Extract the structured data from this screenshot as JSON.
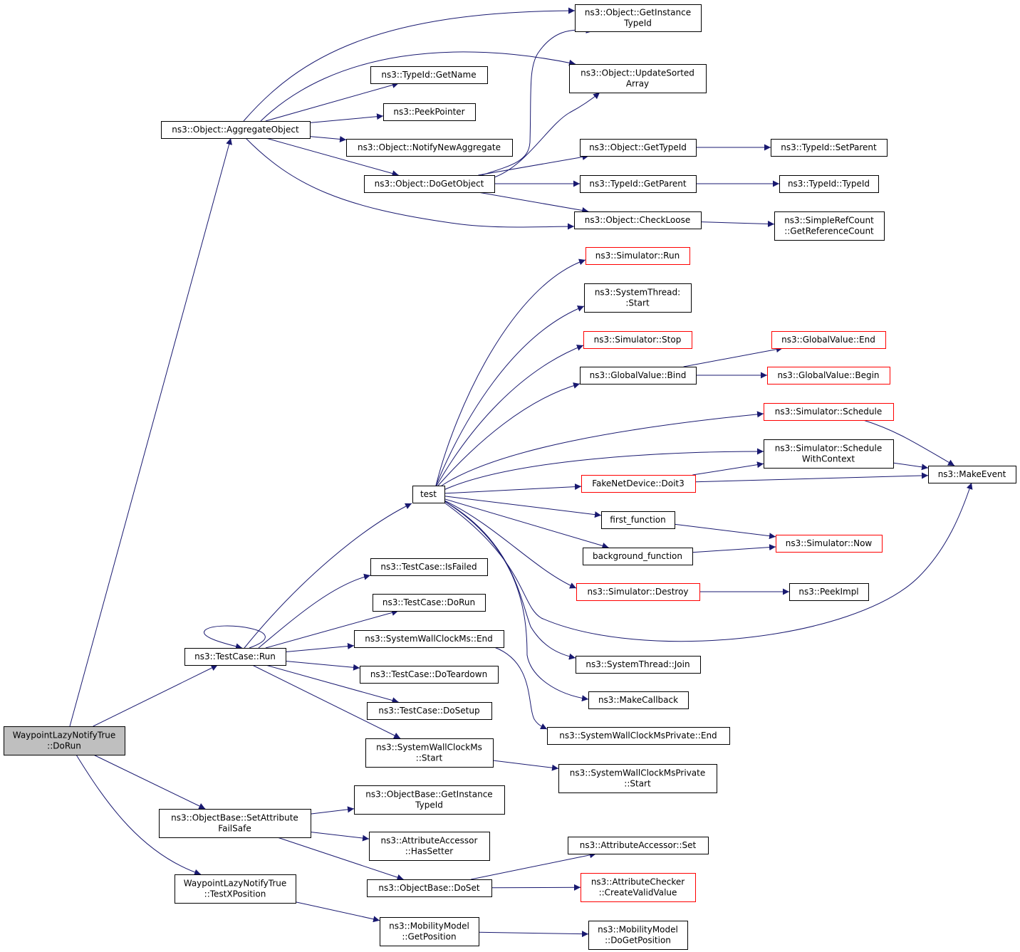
{
  "colors": {
    "edge": "#191970",
    "arrowhead": "#191970",
    "node_border": "#000000",
    "node_border_incomplete": "#ff0000",
    "node_fill": "#ffffff",
    "root_fill": "#bfbfbf",
    "text": "#000000"
  },
  "nodes": [
    {
      "id": "root",
      "lines": [
        "WaypointLazyNotifyTrue",
        "::DoRun"
      ],
      "root": true,
      "incomplete": false
    },
    {
      "id": "aggregate",
      "lines": [
        "ns3::Object::AggregateObject"
      ],
      "incomplete": false
    },
    {
      "id": "getinstancetypeid",
      "lines": [
        "ns3::Object::GetInstance",
        "TypeId"
      ],
      "incomplete": false
    },
    {
      "id": "updatesorted",
      "lines": [
        "ns3::Object::UpdateSorted",
        "Array"
      ],
      "incomplete": false
    },
    {
      "id": "typeid_getname",
      "lines": [
        "ns3::TypeId::GetName"
      ],
      "incomplete": false
    },
    {
      "id": "peekpointer",
      "lines": [
        "ns3::PeekPointer"
      ],
      "incomplete": false
    },
    {
      "id": "notifynewaggregate",
      "lines": [
        "ns3::Object::NotifyNewAggregate"
      ],
      "incomplete": false
    },
    {
      "id": "dogetobject",
      "lines": [
        "ns3::Object::DoGetObject"
      ],
      "incomplete": false
    },
    {
      "id": "gettypeid",
      "lines": [
        "ns3::Object::GetTypeId"
      ],
      "incomplete": false
    },
    {
      "id": "typeid_setparent",
      "lines": [
        "ns3::TypeId::SetParent"
      ],
      "incomplete": false
    },
    {
      "id": "typeid_getparent",
      "lines": [
        "ns3::TypeId::GetParent"
      ],
      "incomplete": false
    },
    {
      "id": "typeid_typeid",
      "lines": [
        "ns3::TypeId::TypeId"
      ],
      "incomplete": false
    },
    {
      "id": "checkloose",
      "lines": [
        "ns3::Object::CheckLoose"
      ],
      "incomplete": false
    },
    {
      "id": "getrefcount",
      "lines": [
        "ns3::SimpleRefCount",
        "::GetReferenceCount"
      ],
      "incomplete": false
    },
    {
      "id": "sim_run",
      "lines": [
        "ns3::Simulator::Run"
      ],
      "incomplete": true
    },
    {
      "id": "systhread_start",
      "lines": [
        "ns3::SystemThread:",
        ":Start"
      ],
      "incomplete": false
    },
    {
      "id": "sim_stop",
      "lines": [
        "ns3::Simulator::Stop"
      ],
      "incomplete": true
    },
    {
      "id": "gv_bind",
      "lines": [
        "ns3::GlobalValue::Bind"
      ],
      "incomplete": false
    },
    {
      "id": "gv_end",
      "lines": [
        "ns3::GlobalValue::End"
      ],
      "incomplete": true
    },
    {
      "id": "gv_begin",
      "lines": [
        "ns3::GlobalValue::Begin"
      ],
      "incomplete": true
    },
    {
      "id": "sim_schedule",
      "lines": [
        "ns3::Simulator::Schedule"
      ],
      "incomplete": true
    },
    {
      "id": "sim_schedctx",
      "lines": [
        "ns3::Simulator::Schedule",
        "WithContext"
      ],
      "incomplete": false
    },
    {
      "id": "makeevent",
      "lines": [
        "ns3::MakeEvent"
      ],
      "incomplete": false
    },
    {
      "id": "test",
      "lines": [
        "test"
      ],
      "incomplete": false
    },
    {
      "id": "doit3",
      "lines": [
        "FakeNetDevice::Doit3"
      ],
      "incomplete": true
    },
    {
      "id": "first_function",
      "lines": [
        "first_function"
      ],
      "incomplete": false
    },
    {
      "id": "background_function",
      "lines": [
        "background_function"
      ],
      "incomplete": false
    },
    {
      "id": "sim_now",
      "lines": [
        "ns3::Simulator::Now"
      ],
      "incomplete": true
    },
    {
      "id": "sim_destroy",
      "lines": [
        "ns3::Simulator::Destroy"
      ],
      "incomplete": true
    },
    {
      "id": "peekimpl",
      "lines": [
        "ns3::PeekImpl"
      ],
      "incomplete": false
    },
    {
      "id": "tc_isfailed",
      "lines": [
        "ns3::TestCase::IsFailed"
      ],
      "incomplete": false
    },
    {
      "id": "tc_dorun",
      "lines": [
        "ns3::TestCase::DoRun"
      ],
      "incomplete": false
    },
    {
      "id": "swc_end",
      "lines": [
        "ns3::SystemWallClockMs::End"
      ],
      "incomplete": false
    },
    {
      "id": "tc_run",
      "lines": [
        "ns3::TestCase::Run"
      ],
      "incomplete": false
    },
    {
      "id": "tc_doteardown",
      "lines": [
        "ns3::TestCase::DoTeardown"
      ],
      "incomplete": false
    },
    {
      "id": "tc_dosetup",
      "lines": [
        "ns3::TestCase::DoSetup"
      ],
      "incomplete": false
    },
    {
      "id": "systhread_join",
      "lines": [
        "ns3::SystemThread::Join"
      ],
      "incomplete": false
    },
    {
      "id": "makecallback",
      "lines": [
        "ns3::MakeCallback"
      ],
      "incomplete": false
    },
    {
      "id": "swcp_end",
      "lines": [
        "ns3::SystemWallClockMsPrivate::End"
      ],
      "incomplete": false
    },
    {
      "id": "swc_start",
      "lines": [
        "ns3::SystemWallClockMs",
        "::Start"
      ],
      "incomplete": false
    },
    {
      "id": "swcp_start",
      "lines": [
        "ns3::SystemWallClockMsPrivate",
        "::Start"
      ],
      "incomplete": false
    },
    {
      "id": "ob_getinstancetypeid",
      "lines": [
        "ns3::ObjectBase::GetInstance",
        "TypeId"
      ],
      "incomplete": false
    },
    {
      "id": "ob_setattrfs",
      "lines": [
        "ns3::ObjectBase::SetAttribute",
        "FailSafe"
      ],
      "incomplete": false
    },
    {
      "id": "aa_hassetter",
      "lines": [
        "ns3::AttributeAccessor",
        "::HasSetter"
      ],
      "incomplete": false
    },
    {
      "id": "aa_set",
      "lines": [
        "ns3::AttributeAccessor::Set"
      ],
      "incomplete": false
    },
    {
      "id": "ob_doset",
      "lines": [
        "ns3::ObjectBase::DoSet"
      ],
      "incomplete": false
    },
    {
      "id": "ac_createvalid",
      "lines": [
        "ns3::AttributeChecker",
        "::CreateValidValue"
      ],
      "incomplete": true
    },
    {
      "id": "testxposition",
      "lines": [
        "WaypointLazyNotifyTrue",
        "::TestXPosition"
      ],
      "incomplete": false
    },
    {
      "id": "mm_getposition",
      "lines": [
        "ns3::MobilityModel",
        "::GetPosition"
      ],
      "incomplete": false
    },
    {
      "id": "mm_dogetposition",
      "lines": [
        "ns3::MobilityModel",
        "::DoGetPosition"
      ],
      "incomplete": false
    }
  ],
  "edges": [
    [
      "root",
      "aggregate"
    ],
    [
      "root",
      "tc_run"
    ],
    [
      "root",
      "ob_setattrfs"
    ],
    [
      "root",
      "testxposition"
    ],
    [
      "aggregate",
      "getinstancetypeid"
    ],
    [
      "aggregate",
      "updatesorted"
    ],
    [
      "aggregate",
      "typeid_getname"
    ],
    [
      "aggregate",
      "peekpointer"
    ],
    [
      "aggregate",
      "notifynewaggregate"
    ],
    [
      "aggregate",
      "dogetobject"
    ],
    [
      "aggregate",
      "checkloose"
    ],
    [
      "dogetobject",
      "getinstancetypeid"
    ],
    [
      "dogetobject",
      "updatesorted"
    ],
    [
      "dogetobject",
      "gettypeid"
    ],
    [
      "dogetobject",
      "typeid_getparent"
    ],
    [
      "dogetobject",
      "checkloose"
    ],
    [
      "gettypeid",
      "typeid_setparent"
    ],
    [
      "typeid_getparent",
      "typeid_typeid"
    ],
    [
      "checkloose",
      "getrefcount"
    ],
    [
      "tc_run",
      "tc_run"
    ],
    [
      "tc_run",
      "test"
    ],
    [
      "tc_run",
      "tc_isfailed"
    ],
    [
      "tc_run",
      "tc_dorun"
    ],
    [
      "tc_run",
      "swc_end"
    ],
    [
      "tc_run",
      "tc_doteardown"
    ],
    [
      "tc_run",
      "tc_dosetup"
    ],
    [
      "tc_run",
      "swc_start"
    ],
    [
      "swc_end",
      "swcp_end"
    ],
    [
      "swc_start",
      "swcp_start"
    ],
    [
      "test",
      "sim_run"
    ],
    [
      "test",
      "systhread_start"
    ],
    [
      "test",
      "sim_stop"
    ],
    [
      "test",
      "gv_bind"
    ],
    [
      "test",
      "sim_schedule"
    ],
    [
      "test",
      "sim_schedctx"
    ],
    [
      "test",
      "doit3"
    ],
    [
      "test",
      "first_function"
    ],
    [
      "test",
      "background_function"
    ],
    [
      "test",
      "sim_destroy"
    ],
    [
      "test",
      "makeevent"
    ],
    [
      "test",
      "systhread_join"
    ],
    [
      "test",
      "makecallback"
    ],
    [
      "gv_bind",
      "gv_end"
    ],
    [
      "gv_bind",
      "gv_begin"
    ],
    [
      "sim_schedule",
      "makeevent"
    ],
    [
      "sim_schedctx",
      "makeevent"
    ],
    [
      "doit3",
      "sim_schedctx"
    ],
    [
      "doit3",
      "makeevent"
    ],
    [
      "first_function",
      "sim_now"
    ],
    [
      "background_function",
      "sim_now"
    ],
    [
      "sim_destroy",
      "peekimpl"
    ],
    [
      "ob_setattrfs",
      "ob_getinstancetypeid"
    ],
    [
      "ob_setattrfs",
      "aa_hassetter"
    ],
    [
      "ob_setattrfs",
      "ob_doset"
    ],
    [
      "ob_doset",
      "aa_set"
    ],
    [
      "ob_doset",
      "ac_createvalid"
    ],
    [
      "testxposition",
      "mm_getposition"
    ],
    [
      "mm_getposition",
      "mm_dogetposition"
    ]
  ]
}
